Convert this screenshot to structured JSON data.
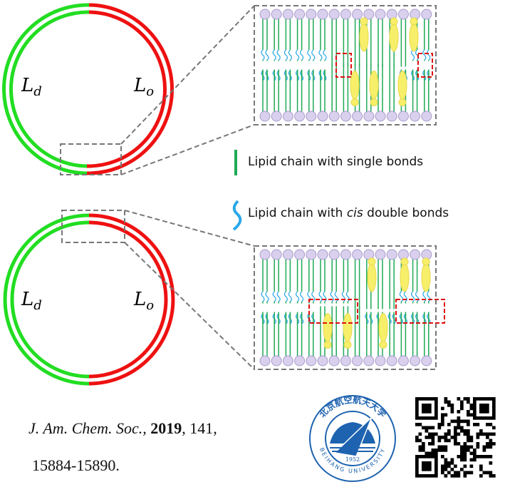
{
  "vesicles": [
    {
      "label_left": "L",
      "label_left_sub": "d",
      "label_right": "L",
      "label_right_sub": "o"
    },
    {
      "label_left": "L",
      "label_left_sub": "d",
      "label_right": "L",
      "label_right_sub": "o"
    }
  ],
  "legend": {
    "single": "Lipid chain with single bonds",
    "cis_prefix": "Lipid chain with ",
    "cis_italic": "cis",
    "cis_suffix": " double bonds"
  },
  "citation": {
    "journal": "J. Am. Chem. Soc.,",
    "year": "2019",
    "volume": ", 141,",
    "pages": "15884-15890."
  },
  "logo": {
    "top_text": "北京航空航天大学",
    "bottom_text": "BEIHANG UNIVERSITY",
    "year": "1952"
  },
  "colors": {
    "ld": "#22dd22",
    "lo": "#ee1111",
    "single_bond": "#1faa55",
    "cis_bond": "#29a8e8",
    "cholesterol": "#f7ef6a",
    "head": "#d9d0ee",
    "highlight": "#dd1111"
  }
}
